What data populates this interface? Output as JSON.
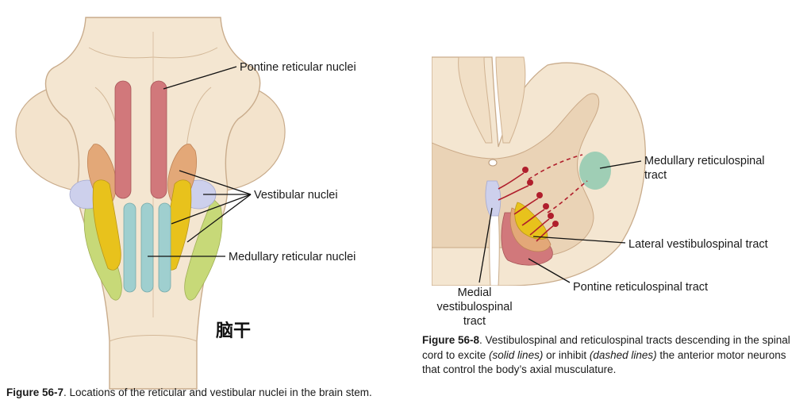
{
  "brainstem": {
    "labels": {
      "pontine": "Pontine reticular nuclei",
      "vestibular": "Vestibular nuclei",
      "medullary": "Medullary reticular nuclei"
    },
    "cjk_label": "脑干",
    "caption": {
      "fig": "Figure 56-7",
      "text": ". Locations of the reticular and vestibular nuclei in the brain stem."
    }
  },
  "spinal": {
    "labels": {
      "med_retic_1": "Medullary reticulospinal",
      "med_retic_2": "tract",
      "lat_vest": "Lateral vestibulospinal tract",
      "pont_retic": "Pontine reticulospinal tract",
      "medial_1": "Medial",
      "medial_2": "vestibulospinal",
      "medial_3": "tract"
    },
    "caption": {
      "fig": "Figure 56-8",
      "t1": ". Vestibulospinal and reticulospinal tracts descending in the spinal cord to excite ",
      "solid": "(solid lines)",
      "t2": " or inhibit ",
      "dashed": "(dashed lines)",
      "t3": " the anterior motor neurons that control the body’s axial musculature."
    }
  },
  "colors": {
    "tissue": "#f3e3cc",
    "tissue_stroke": "#c9ac8c",
    "pontine": "#d1787b",
    "vestibular_yellow": "#e8c21c",
    "vestibular_orange": "#e3a878",
    "vestibular_green": "#c7d978",
    "vestibular_lavender": "#cdd0ec",
    "medullary": "#9fcfcf",
    "medullary_tract": "#8fc9b0",
    "neuron": "#b01e2c"
  }
}
